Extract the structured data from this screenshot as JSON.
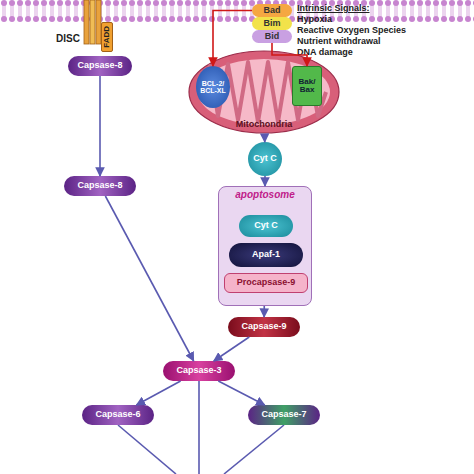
{
  "diagram": {
    "nodes": [
      {
        "text": [
          "FADD"
        ]
      },
      {
        "text": [
          "Capsase-8"
        ]
      },
      {
        "text": [
          "Bad"
        ]
      },
      {
        "text": [
          "Bim"
        ]
      },
      {
        "text": [
          "Bid"
        ]
      },
      {
        "text": [
          "Mitochondria"
        ]
      },
      {
        "text": [
          "BCL-2/ BCL-XL"
        ],
        "in": 5
      },
      {
        "text": [
          "Bak/ Bax"
        ],
        "in": 5
      },
      {
        "text": [
          "Cyt C"
        ]
      },
      {
        "text": [
          "apoptosome"
        ]
      },
      {
        "text": [
          "Cyt C"
        ],
        "in": 9
      },
      {
        "text": [
          "Apaf-1"
        ],
        "in": 9
      },
      {
        "text": [
          "Procapsase-9"
        ],
        "in": 9
      },
      {
        "text": [
          "Capsase-9"
        ]
      },
      {
        "text": [
          "Capsase-8"
        ]
      },
      {
        "text": [
          "Capsase-3"
        ]
      },
      {
        "text": [
          "Capsase-6"
        ]
      },
      {
        "text": [
          "Capsase-7"
        ]
      }
    ],
    "edges": [
      {
        "from": 1,
        "to": 14,
        "arrow": "to"
      },
      {
        "from": 2,
        "to": 6,
        "arrow": "to"
      },
      {
        "from": 4,
        "to": 7,
        "arrow": "to"
      },
      {
        "from": 5,
        "to": 8,
        "arrow": "to"
      },
      {
        "from": 8,
        "to": 9,
        "arrow": "to"
      },
      {
        "from": 9,
        "to": 13,
        "arrow": "to"
      },
      {
        "from": 13,
        "to": 15,
        "arrow": "to"
      },
      {
        "from": 14,
        "to": 15,
        "arrow": "to"
      },
      {
        "from": 15,
        "to": 16,
        "arrow": "to"
      },
      {
        "from": 15,
        "to": 17,
        "arrow": "to"
      }
    ],
    "labels": [
      "DISC",
      "Intrinsic Signals:",
      "Hypoxia",
      "Reactive Oxygen Species",
      "Nutrient withdrawal",
      "DNA damage"
    ]
  }
}
